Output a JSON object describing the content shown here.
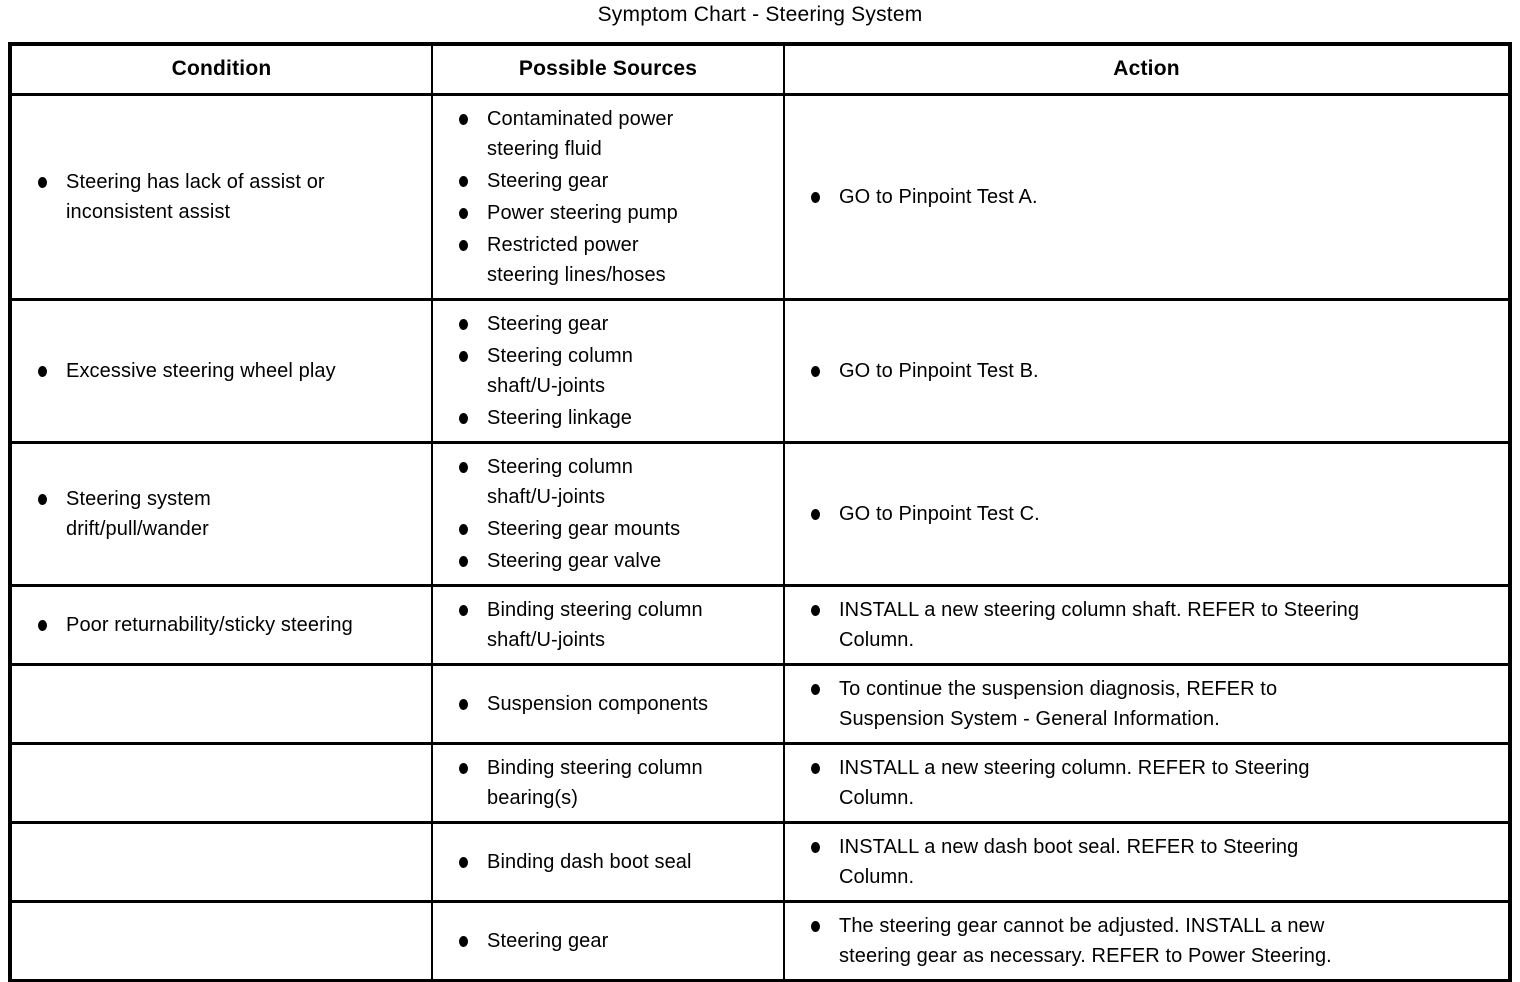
{
  "title": "Symptom Chart - Steering System",
  "colors": {
    "text": "#000000",
    "border": "#000000",
    "background": "#ffffff"
  },
  "table": {
    "headers": [
      "Condition",
      "Possible Sources",
      "Action"
    ],
    "rows": [
      {
        "condition": [
          "Steering has lack of assist or\ninconsistent assist"
        ],
        "sources": [
          "Contaminated power\nsteering fluid",
          "Steering gear",
          "Power steering pump",
          "Restricted power\nsteering lines/hoses"
        ],
        "action": [
          "GO to Pinpoint Test A."
        ]
      },
      {
        "condition": [
          "Excessive steering wheel play"
        ],
        "sources": [
          "Steering gear",
          "Steering column\nshaft/U-joints",
          "Steering linkage"
        ],
        "action": [
          "GO to Pinpoint Test B."
        ]
      },
      {
        "condition": [
          "Steering system\ndrift/pull/wander"
        ],
        "sources": [
          "Steering column\nshaft/U-joints",
          "Steering gear mounts",
          "Steering gear valve"
        ],
        "action": [
          "GO to Pinpoint Test C."
        ]
      },
      {
        "condition": [
          "Poor returnability/sticky steering"
        ],
        "sources": [
          "Binding steering column\nshaft/U-joints"
        ],
        "action": [
          "INSTALL a new steering column shaft. REFER to Steering\nColumn."
        ]
      },
      {
        "condition": [],
        "sources": [
          "Suspension components"
        ],
        "action": [
          "To continue the suspension diagnosis, REFER to\nSuspension System - General Information."
        ]
      },
      {
        "condition": [],
        "sources": [
          "Binding steering column\nbearing(s)"
        ],
        "action": [
          "INSTALL a new steering column. REFER to Steering\nColumn."
        ]
      },
      {
        "condition": [],
        "sources": [
          "Binding dash boot seal"
        ],
        "action": [
          "INSTALL a new dash boot seal. REFER to Steering\nColumn."
        ]
      },
      {
        "condition": [],
        "sources": [
          "Steering gear"
        ],
        "action": [
          "The steering gear cannot be adjusted. INSTALL a new\nsteering gear as necessary. REFER to Power Steering."
        ]
      }
    ]
  }
}
